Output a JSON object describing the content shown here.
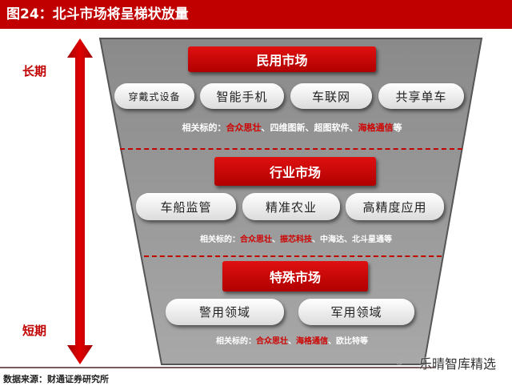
{
  "title": "图24：北斗市场将呈梯状放量",
  "axis": {
    "top": "长期",
    "bottom": "短期"
  },
  "tiers": [
    {
      "name": "民用市场",
      "items": [
        "穿戴式设备",
        "智能手机",
        "车联网",
        "共享单车"
      ],
      "related_label": "相关标的：",
      "related": [
        {
          "t": "合众思壮",
          "hl": true
        },
        {
          "t": "、四维图新、超图软件、",
          "hl": false
        },
        {
          "t": "海格通信",
          "hl": true
        },
        {
          "t": "等",
          "hl": false
        }
      ]
    },
    {
      "name": "行业市场",
      "items": [
        "车船监管",
        "精准农业",
        "高精度应用"
      ],
      "related_label": "相关标的：",
      "related": [
        {
          "t": "合众思壮",
          "hl": true
        },
        {
          "t": "、",
          "hl": false
        },
        {
          "t": "振芯科技",
          "hl": true
        },
        {
          "t": "、中海达、北斗星通等",
          "hl": false
        }
      ]
    },
    {
      "name": "特殊市场",
      "items": [
        "警用领域",
        "军用领域"
      ],
      "related_label": "相关标的：",
      "related": [
        {
          "t": "合众思壮",
          "hl": true
        },
        {
          "t": "、",
          "hl": false
        },
        {
          "t": "海格通信",
          "hl": true
        },
        {
          "t": "、欧比特等",
          "hl": false
        }
      ]
    }
  ],
  "source": "数据来源：财通证券研究所",
  "watermark": "乐晴智库精选",
  "colors": {
    "accent": "#c00000"
  }
}
